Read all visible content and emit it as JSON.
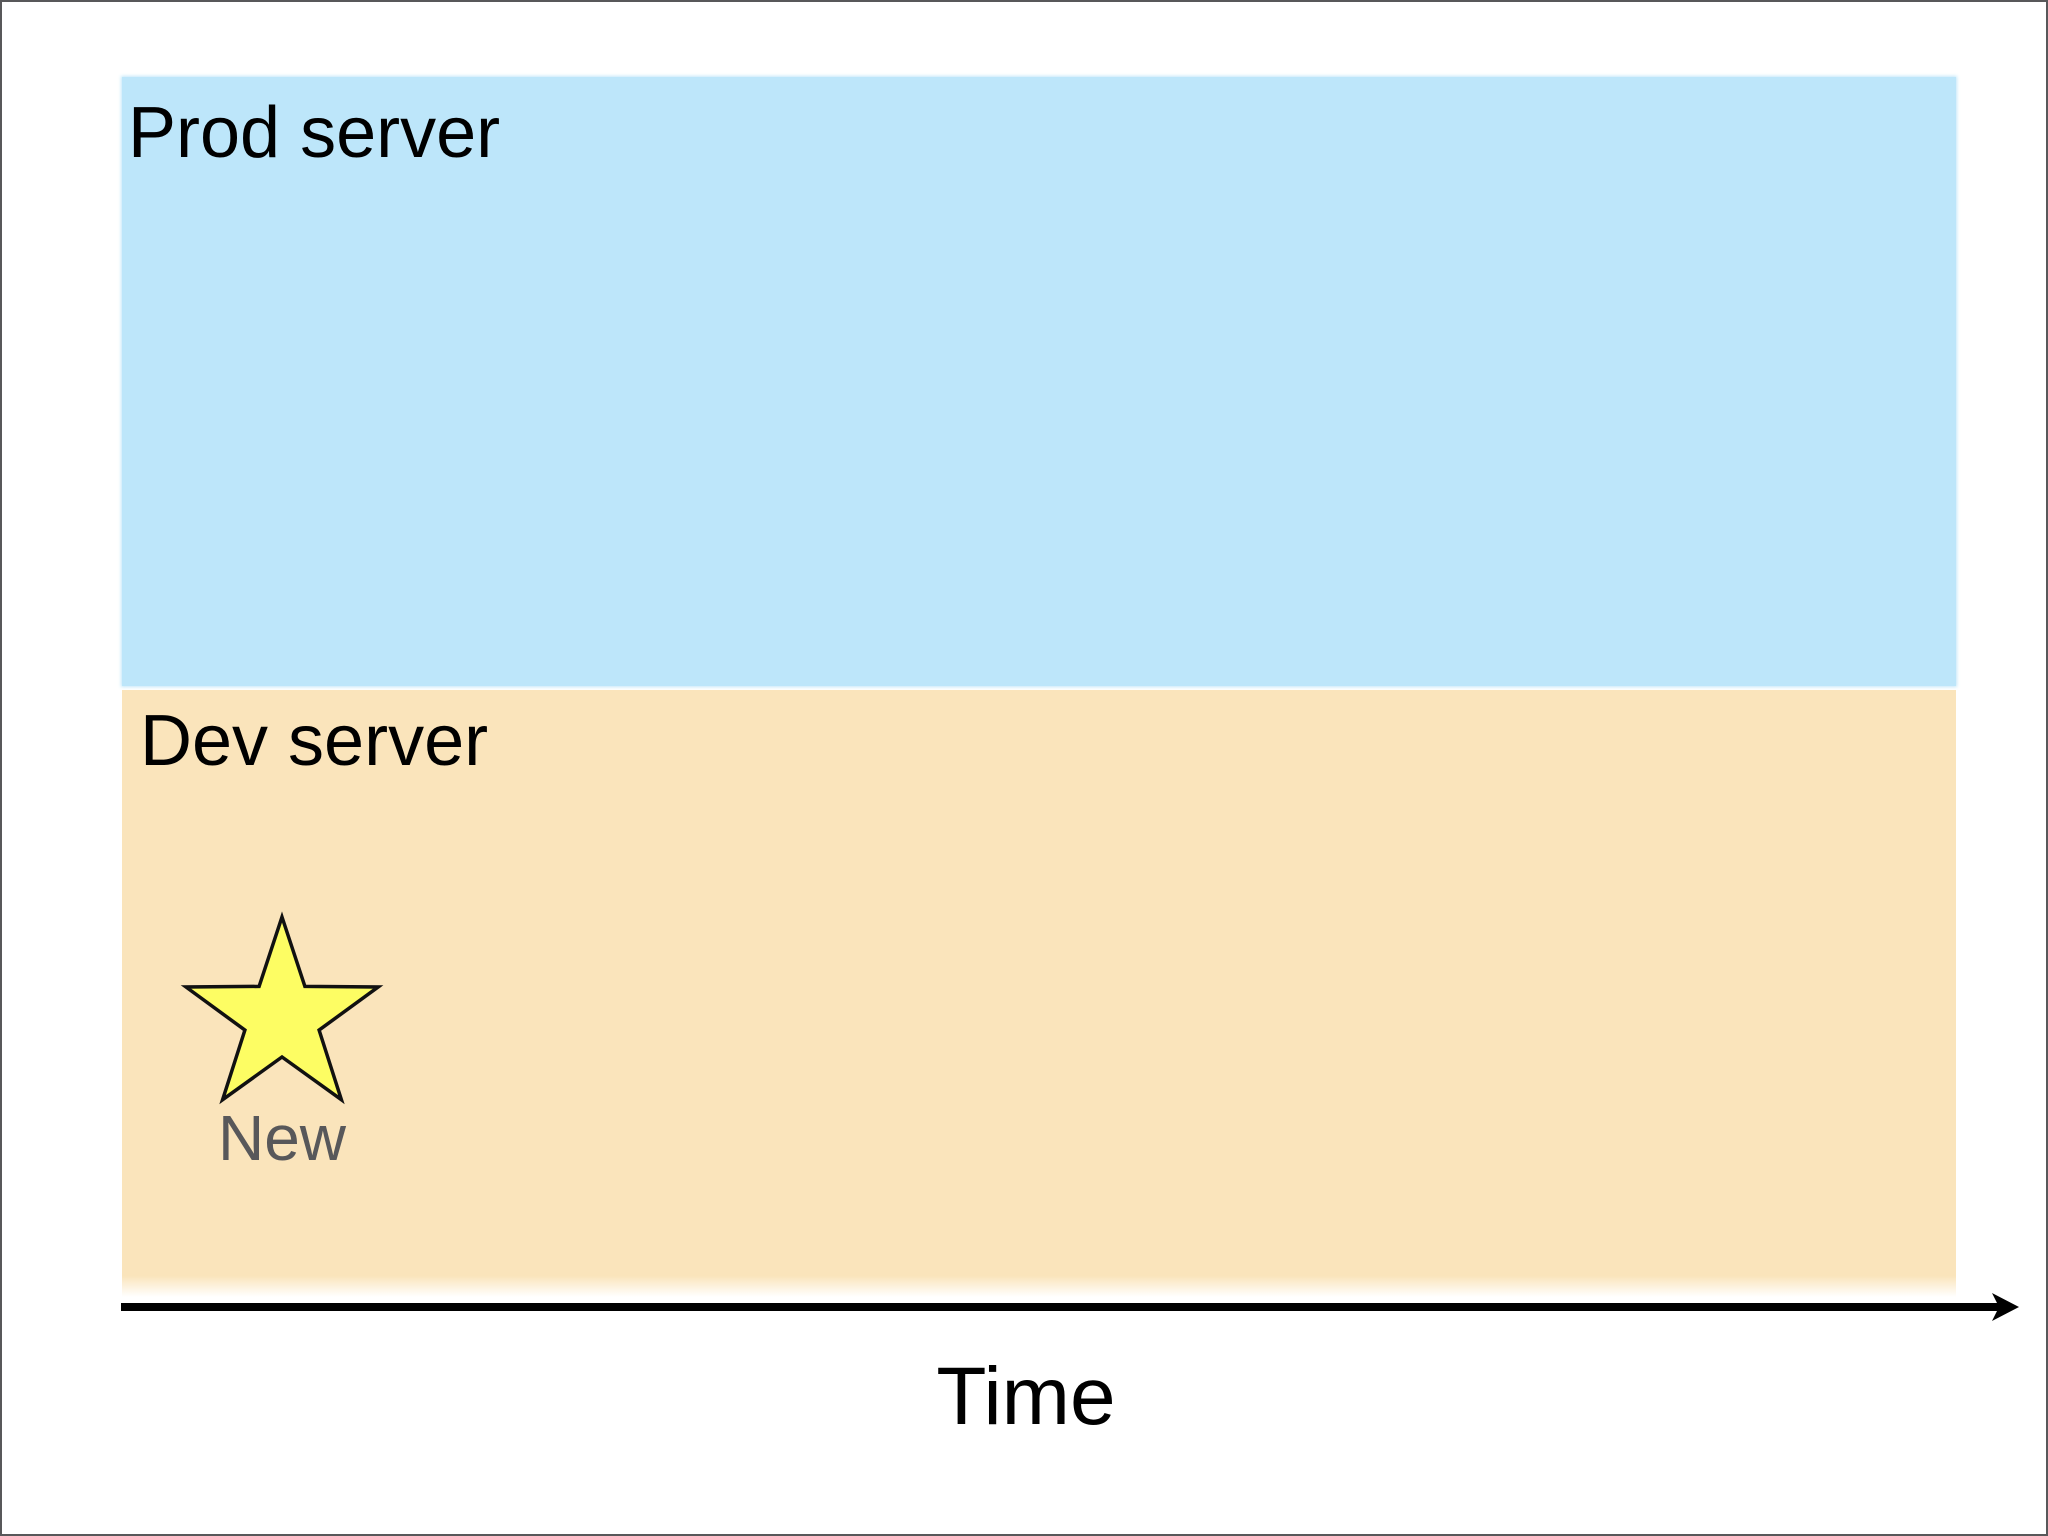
{
  "canvas": {
    "background": "#ffffff",
    "border_color": "#58585a"
  },
  "lanes": [
    {
      "id": "prod",
      "label": "Prod server",
      "color": "#bde6fa"
    },
    {
      "id": "dev",
      "label": "Dev server",
      "color": "#fae4bb"
    }
  ],
  "marker": {
    "label": "New",
    "label_color": "#58585a",
    "star_fill": "#fdfd63",
    "star_stroke": "#111111"
  },
  "axis": {
    "label": "Time",
    "color": "#000000"
  }
}
